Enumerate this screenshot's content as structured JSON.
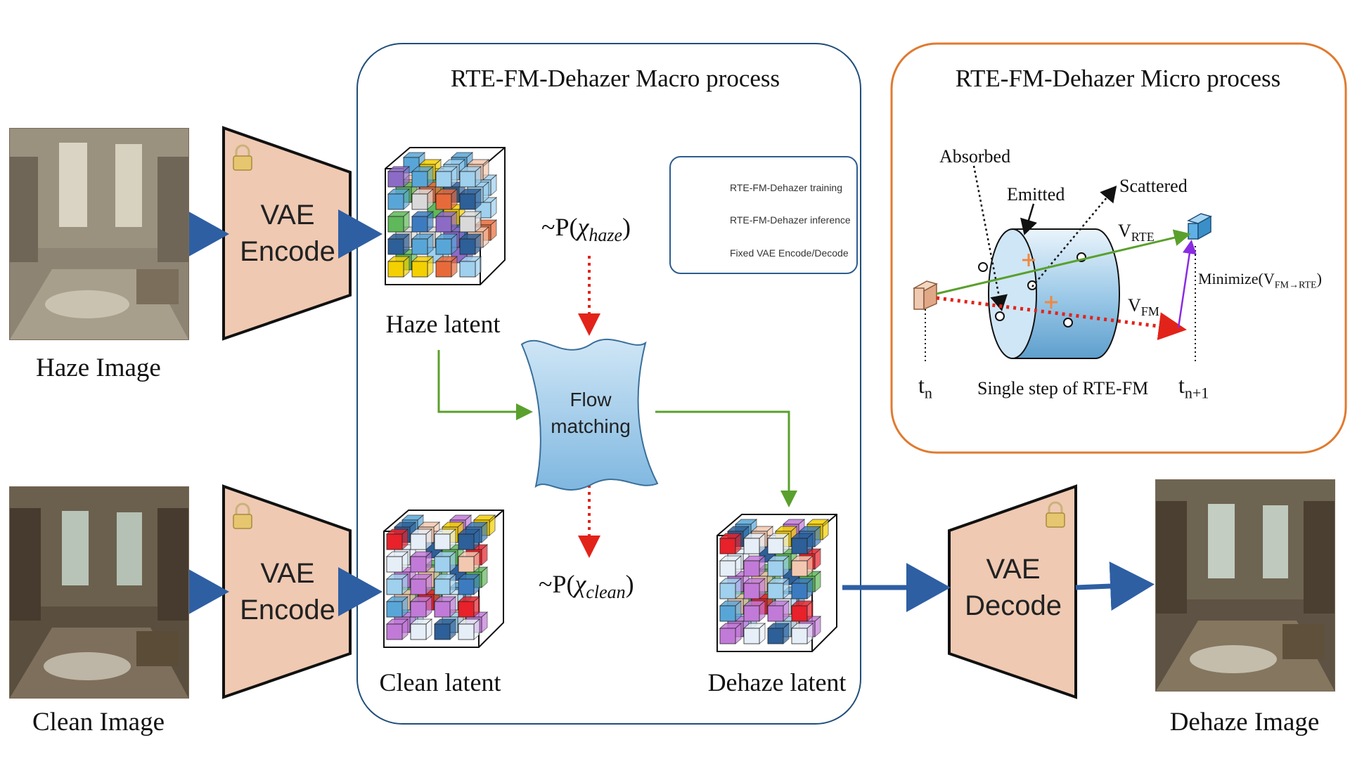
{
  "inputs": {
    "haze_image_label": "Haze Image",
    "clean_image_label": "Clean Image",
    "dehaze_image_label": "Dehaze Image"
  },
  "encoders": {
    "top_label_line1": "VAE",
    "top_label_line2": "Encode",
    "bottom_label_line1": "VAE",
    "bottom_label_line2": "Encode",
    "decoder_label_line1": "VAE",
    "decoder_label_line2": "Decode"
  },
  "macro": {
    "title": "RTE-FM-Dehazer Macro process",
    "haze_latent_label": "Haze latent",
    "clean_latent_label": "Clean latent",
    "dehaze_latent_label": "Dehaze latent",
    "flow_matching_line1": "Flow",
    "flow_matching_line2": "matching",
    "dist_haze_prefix": "~P(",
    "dist_haze_var": "χ",
    "dist_haze_sub": "haze",
    "dist_clean_prefix": "~P(",
    "dist_clean_var": "χ",
    "dist_clean_sub": "clean",
    "dist_suffix": ")"
  },
  "legend": {
    "training": "RTE-FM-Dehazer training",
    "inference": "RTE-FM-Dehazer inference",
    "vae": "Fixed VAE Encode/Decode"
  },
  "micro": {
    "title": "RTE-FM-Dehazer Micro process",
    "absorbed": "Absorbed",
    "emitted": "Emitted",
    "scattered": "Scattered",
    "v_rte": "V",
    "v_rte_sub": "RTE",
    "v_fm": "V",
    "v_fm_sub": "FM",
    "minimize_prefix": "Minimize(V",
    "minimize_sub": "FM→RTE",
    "minimize_suffix": ")",
    "tn": "t",
    "tn_sub": "n",
    "tn1": "t",
    "tn1_sub": "n+1",
    "step_label": "Single step of RTE-FM"
  },
  "colors": {
    "vae_fill": "#efc9b2",
    "blue_arrow": "#2e5fa3",
    "green_arrow": "#5aa02c",
    "red_arrow": "#e2231a",
    "macro_border": "#1f4e79",
    "micro_border": "#e07a2f",
    "flow_fill": "#9cc9ea"
  }
}
